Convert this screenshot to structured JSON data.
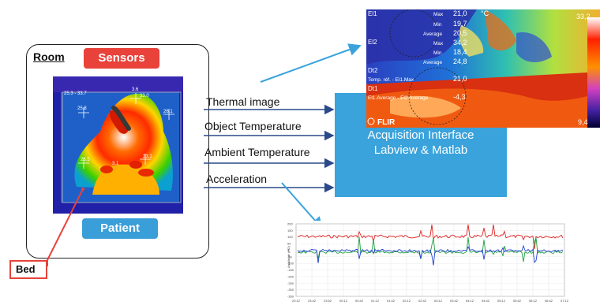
{
  "room": {
    "label": "Room",
    "sensors_label": "Sensors",
    "patient_label": "Patient",
    "bed_label": "Bed",
    "thermal_readouts": [
      "25.3 - 33.7",
      "25.8",
      "26.1",
      "26.5",
      "33.0",
      "3.1",
      "33.1",
      "3.6"
    ]
  },
  "signals": [
    {
      "label": "Thermal image"
    },
    {
      "label": "Object Temperature"
    },
    {
      "label": "Ambient Temperature"
    },
    {
      "label": "Acceleration"
    }
  ],
  "acquisition": {
    "line1": "Acquisition Interface",
    "line2": "Labview & Matlab"
  },
  "flir": {
    "rows": [
      {
        "name": "El1",
        "key": "Max",
        "value": "21,0",
        "unit": "°C"
      },
      {
        "name": "",
        "key": "Min",
        "value": "19,7"
      },
      {
        "name": "",
        "key": "Average",
        "value": "20,5"
      },
      {
        "name": "El2",
        "key": "Max",
        "value": "34,2"
      },
      {
        "name": "",
        "key": "Min",
        "value": "18,4"
      },
      {
        "name": "",
        "key": "Average",
        "value": "24,8"
      },
      {
        "name": "Dt2",
        "key": "Temp. réf. - El1.Max",
        "value": "21,0"
      },
      {
        "name": "Dt1",
        "key": "El1.Average - El2.Average",
        "value": "-4,3"
      }
    ],
    "scale_max": "33,2",
    "scale_min": "9,4",
    "brand": "FLIR"
  },
  "accel_chart": {
    "x_ticks": [
      "23:12",
      "23:42",
      "23:52",
      "00:12",
      "00:42",
      "01:12",
      "01:42",
      "02:12",
      "02:42",
      "03:12",
      "03:42",
      "04:12",
      "04:42",
      "05:12",
      "05:42",
      "06:12",
      "06:42",
      "07:12"
    ],
    "y_ticks": [
      "200",
      "150",
      "100",
      "50",
      "0",
      "-50",
      "-100",
      "-150",
      "-200",
      "-250",
      "-300",
      "-350"
    ],
    "ylabel": "Amplitude (mG)"
  },
  "colors": {
    "sensors": "#e8423a",
    "patient": "#3a9ed8",
    "acquisition": "#3aa3dc",
    "arrow": "#2a4a8a",
    "pointer": "#3aa3dc",
    "bed_pointer": "#e8423a"
  }
}
